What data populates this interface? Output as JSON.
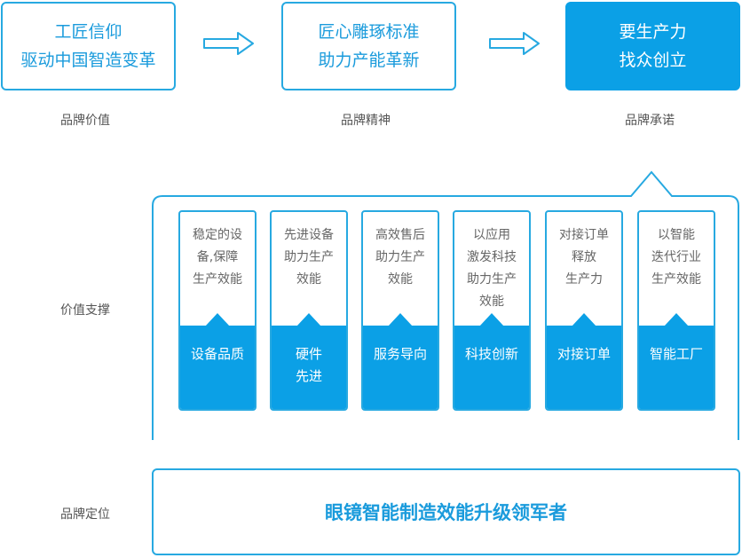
{
  "top_row": {
    "boxes": [
      {
        "lines": [
          "工匠信仰",
          "驱动中国智造变革"
        ],
        "caption": "品牌价值"
      },
      {
        "lines": [
          "匠心雕琢标准",
          "助力产能革新"
        ],
        "caption": "品牌精神"
      },
      {
        "lines": [
          "要生产力",
          "找众创立"
        ],
        "caption": "品牌承诺"
      }
    ],
    "arrow_icon": "right-arrow-outline"
  },
  "value_support": {
    "label": "价值支撑",
    "cards": [
      {
        "desc": [
          "稳定的设",
          "备,保障",
          "生产效能"
        ],
        "title": [
          "设备品质"
        ]
      },
      {
        "desc": [
          "先进设备",
          "助力生产",
          "效能"
        ],
        "title": [
          "硬件",
          "先进"
        ]
      },
      {
        "desc": [
          "高效售后",
          "助力生产",
          "效能"
        ],
        "title": [
          "服务导向"
        ]
      },
      {
        "desc": [
          "以应用",
          "激发科技",
          "助力生产",
          "效能"
        ],
        "title": [
          "科技创新"
        ]
      },
      {
        "desc": [
          "对接订单",
          "释放",
          "生产力"
        ],
        "title": [
          "对接订单"
        ]
      },
      {
        "desc": [
          "以智能",
          "迭代行业",
          "生产效能"
        ],
        "title": [
          "智能工厂"
        ]
      }
    ]
  },
  "positioning": {
    "label": "品牌定位",
    "text": "眼镜智能制造效能升级领军者"
  },
  "colors": {
    "accent": "#0ba0e6",
    "border": "#27a9e1",
    "text_blue": "#1a9bdc",
    "caption": "#555555"
  }
}
